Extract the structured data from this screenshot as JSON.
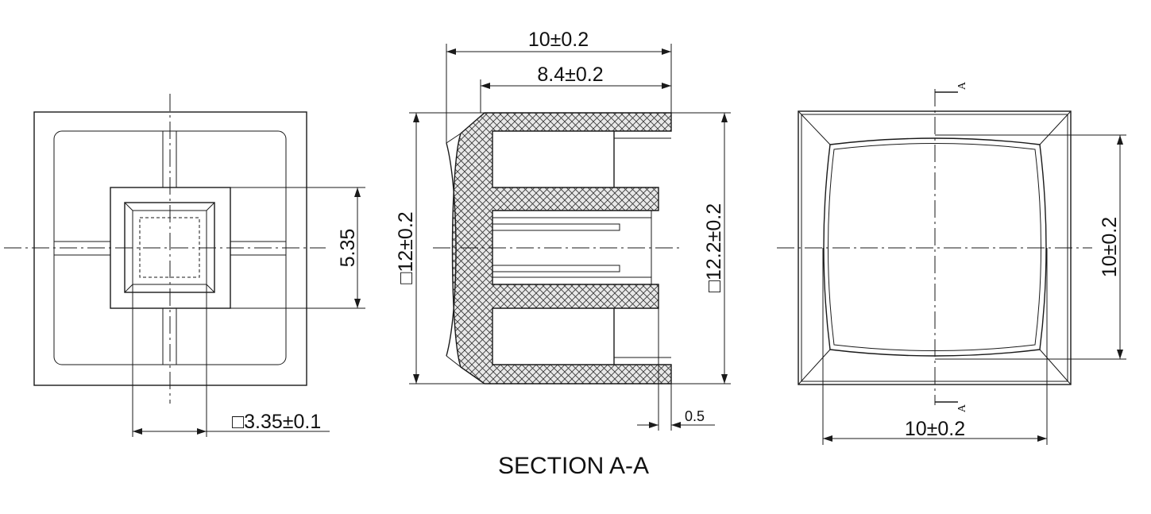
{
  "left_view": {
    "dim_height": "5.35",
    "dim_square": "□3.35±0.1"
  },
  "section_view": {
    "dim_top_outer": "10±0.2",
    "dim_top_inner": "8.4±0.2",
    "dim_left": "□12±0.2",
    "dim_right": "□12.2±0.2",
    "dim_wall": "0.5",
    "caption": "SECTION A-A"
  },
  "right_view": {
    "dim_height": "10±0.2",
    "dim_width": "10±0.2",
    "section_mark_top": "A",
    "section_mark_bottom": "A"
  },
  "colors": {
    "line": "#1a1a1a",
    "hatch_fill": "#e8e8e8",
    "background": "#ffffff"
  }
}
